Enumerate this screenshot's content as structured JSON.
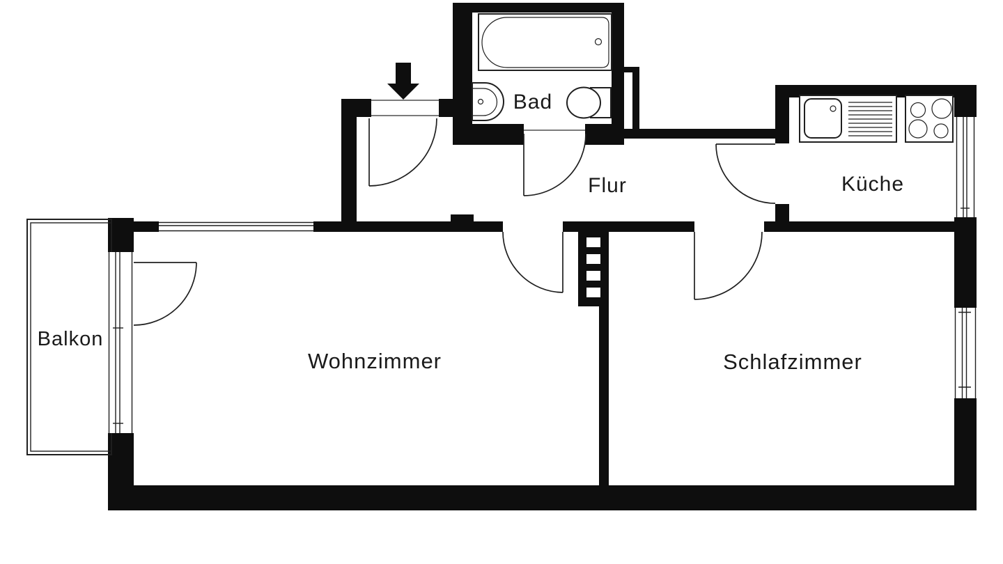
{
  "floorplan": {
    "type": "apartment-floor-plan",
    "rooms": {
      "bad": {
        "label": "Bad"
      },
      "flur": {
        "label": "Flur"
      },
      "kueche": {
        "label": "Küche"
      },
      "balkon": {
        "label": "Balkon"
      },
      "wohnzimmer": {
        "label": "Wohnzimmer"
      },
      "schlafzimmer": {
        "label": "Schlafzimmer"
      }
    },
    "fixtures": [
      "bathtub-icon",
      "washbasin-icon",
      "toilet-icon",
      "kitchen-sink-icon",
      "drainboard-icon",
      "stove-icon",
      "entrance-arrow-icon",
      "installation-shaft-icon"
    ],
    "colors": {
      "wall": "#0e0e0e",
      "background": "#ffffff",
      "line": "#1f1f1f",
      "text": "#1a1a1a"
    }
  }
}
